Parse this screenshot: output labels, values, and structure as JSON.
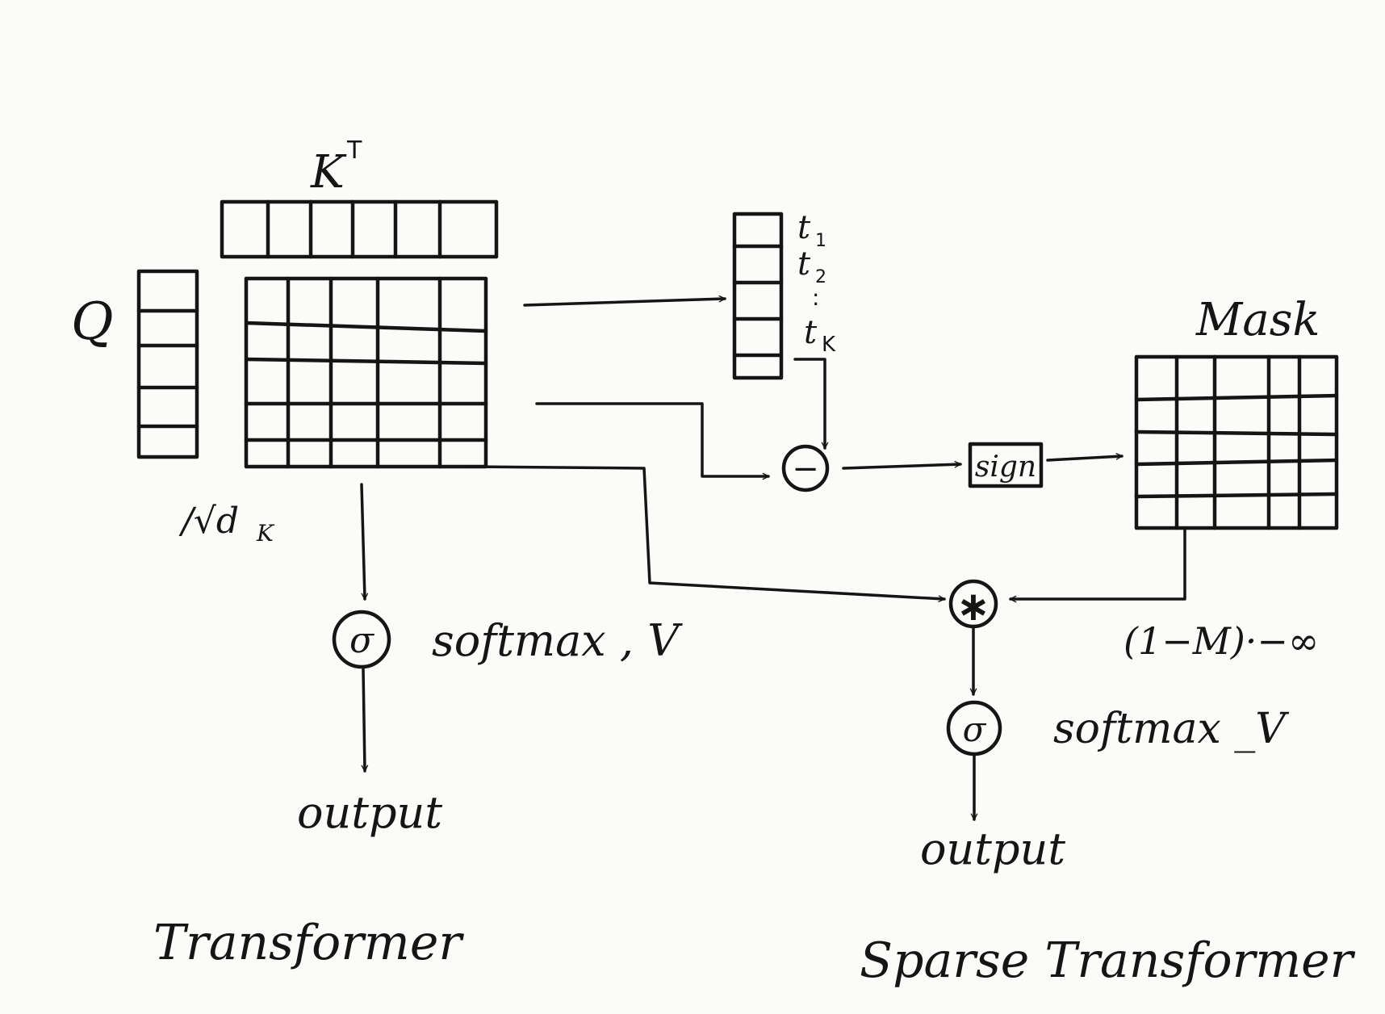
{
  "diagram": {
    "labels": {
      "kt": "K",
      "kt_sup": "T",
      "q": "Q",
      "scale": "/√d",
      "scale_sub": "K",
      "t1": "t",
      "t1_sub": "1",
      "t2": "t",
      "t2_sub": "2",
      "tdots": ":",
      "tk": "t",
      "tk_sub": "K",
      "mask": "Mask",
      "minus": "−",
      "sign": "sign",
      "star": "∗",
      "neg_inf": "(1−M)·−∞",
      "sigma_left": "σ",
      "sigma_right": "σ",
      "softmax_left": "softmax , V",
      "softmax_right": "softmax _V",
      "output_left": "output",
      "output_right": "output",
      "title_left": "Transformer",
      "title_right": "Sparse Transformer"
    }
  }
}
